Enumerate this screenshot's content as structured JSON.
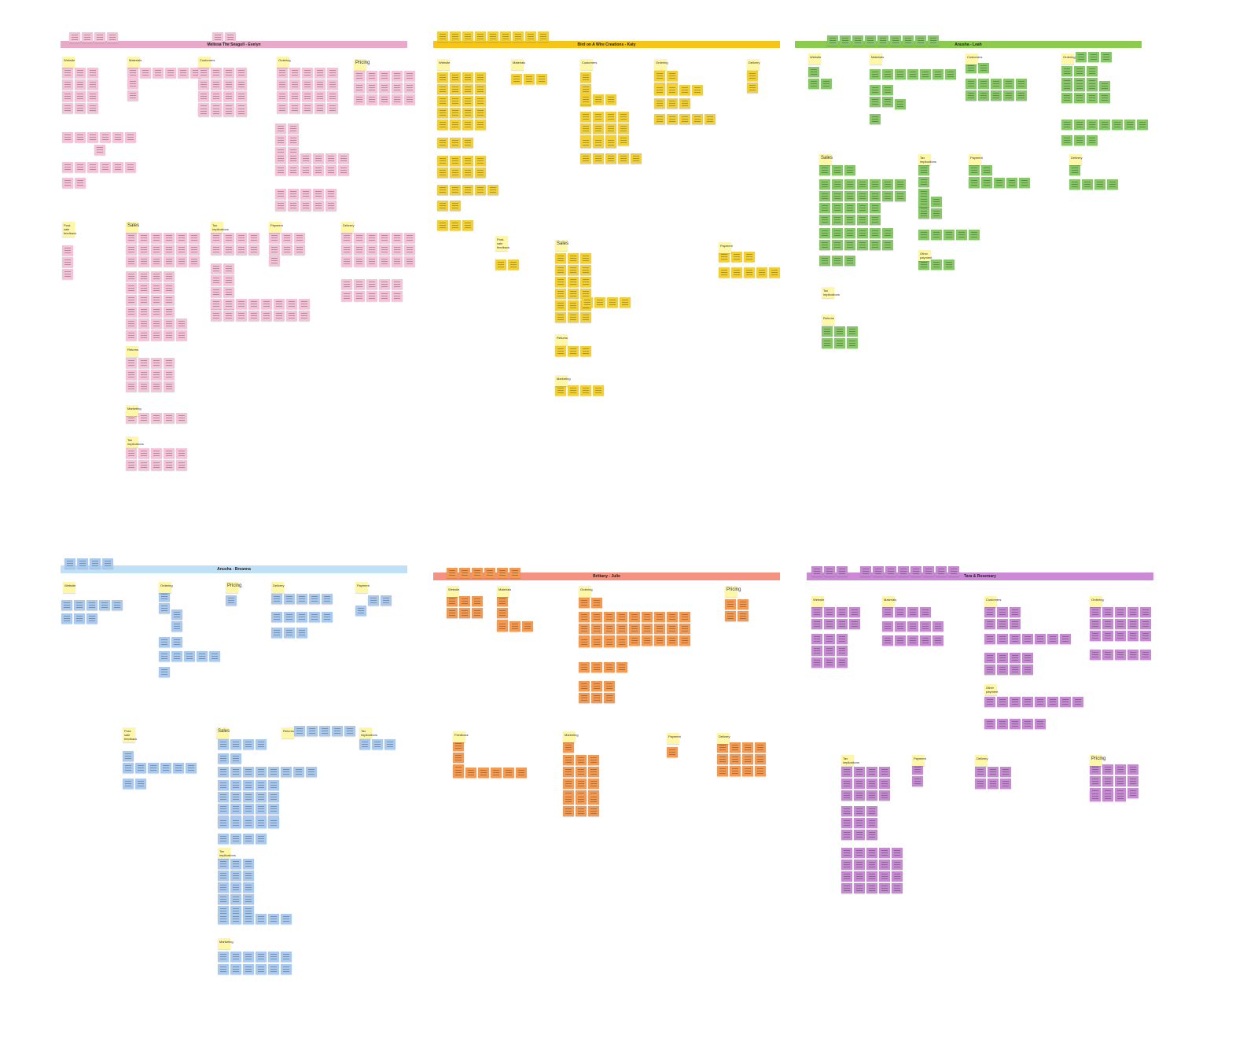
{
  "boards": [
    {
      "title": "Melissa The Seagull - Evelyn",
      "bar_color": "#e9a9c9",
      "note_color": "#f5c3d8",
      "sections": [
        "Website",
        "Materials",
        "Customers",
        "Ordering",
        "Pricing",
        "Post-sale feedback",
        "Sales",
        "Tax implications",
        "Payment",
        "Delivery",
        "Returns",
        "Marketing",
        "Tax implications"
      ]
    },
    {
      "title": "Bird on A Wire Creations - Katy",
      "bar_color": "#f5c518",
      "note_color": "#f1cf37",
      "sections": [
        "Website",
        "Materials",
        "Customers",
        "Ordering",
        "Delivery",
        "Post-sale feedback",
        "Sales",
        "Payment",
        "Returns",
        "Marketing"
      ]
    },
    {
      "title": "Anusha - Leah",
      "bar_color": "#8cca50",
      "note_color": "#87c767",
      "sections": [
        "Website",
        "Materials",
        "Customers",
        "Ordering",
        "Sales",
        "Tax implications",
        "Payment",
        "Delivery",
        "Tax implications",
        "Returns",
        "Other payment"
      ]
    },
    {
      "title": "Anusha - Breanna",
      "bar_color": "#c0e0f8",
      "note_color": "#a9c9ef",
      "sections": [
        "Website",
        "Ordering",
        "Pricing",
        "Delivery",
        "Payment",
        "Post-sale feedback",
        "Sales",
        "Returns",
        "Tax implications",
        "Tax implications",
        "Marketing"
      ]
    },
    {
      "title": "Brittany - Julie",
      "bar_color": "#f59282",
      "note_color": "#f29a52",
      "sections": [
        "Website",
        "Materials",
        "Ordering",
        "Pricing",
        "Feedback",
        "Marketing",
        "Payment",
        "Delivery"
      ]
    },
    {
      "title": "Tara & Rosemary",
      "bar_color": "#cc8ad6",
      "note_color": "#c58bd1",
      "sections": [
        "Website",
        "Materials",
        "Customers",
        "Ordering",
        "Other payment",
        "Tax implications",
        "Payment",
        "Delivery",
        "Pricing"
      ]
    }
  ]
}
